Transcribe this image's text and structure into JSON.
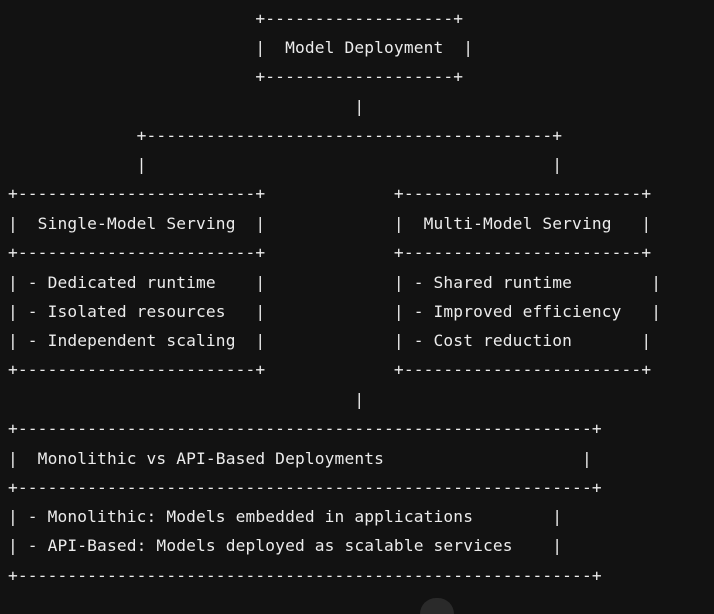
{
  "diagram": {
    "lines": [
      "                         +-------------------+",
      "                         |  Model Deployment  |",
      "                         +-------------------+",
      "                                   |",
      "             +-----------------------------------------+",
      "             |                                         |",
      "+------------------------+             +------------------------+",
      "|  Single-Model Serving  |             |  Multi-Model Serving   |",
      "+------------------------+             +------------------------+",
      "| - Dedicated runtime    |             | - Shared runtime        |",
      "| - Isolated resources   |             | - Improved efficiency   |",
      "| - Independent scaling  |             | - Cost reduction       |",
      "+------------------------+             +------------------------+",
      "                                   |",
      "+----------------------------------------------------------+",
      "|  Monolithic vs API-Based Deployments                    |",
      "+----------------------------------------------------------+",
      "| - Monolithic: Models embedded in applications        |",
      "| - API-Based: Models deployed as scalable services    |",
      "+----------------------------------------------------------+"
    ]
  }
}
